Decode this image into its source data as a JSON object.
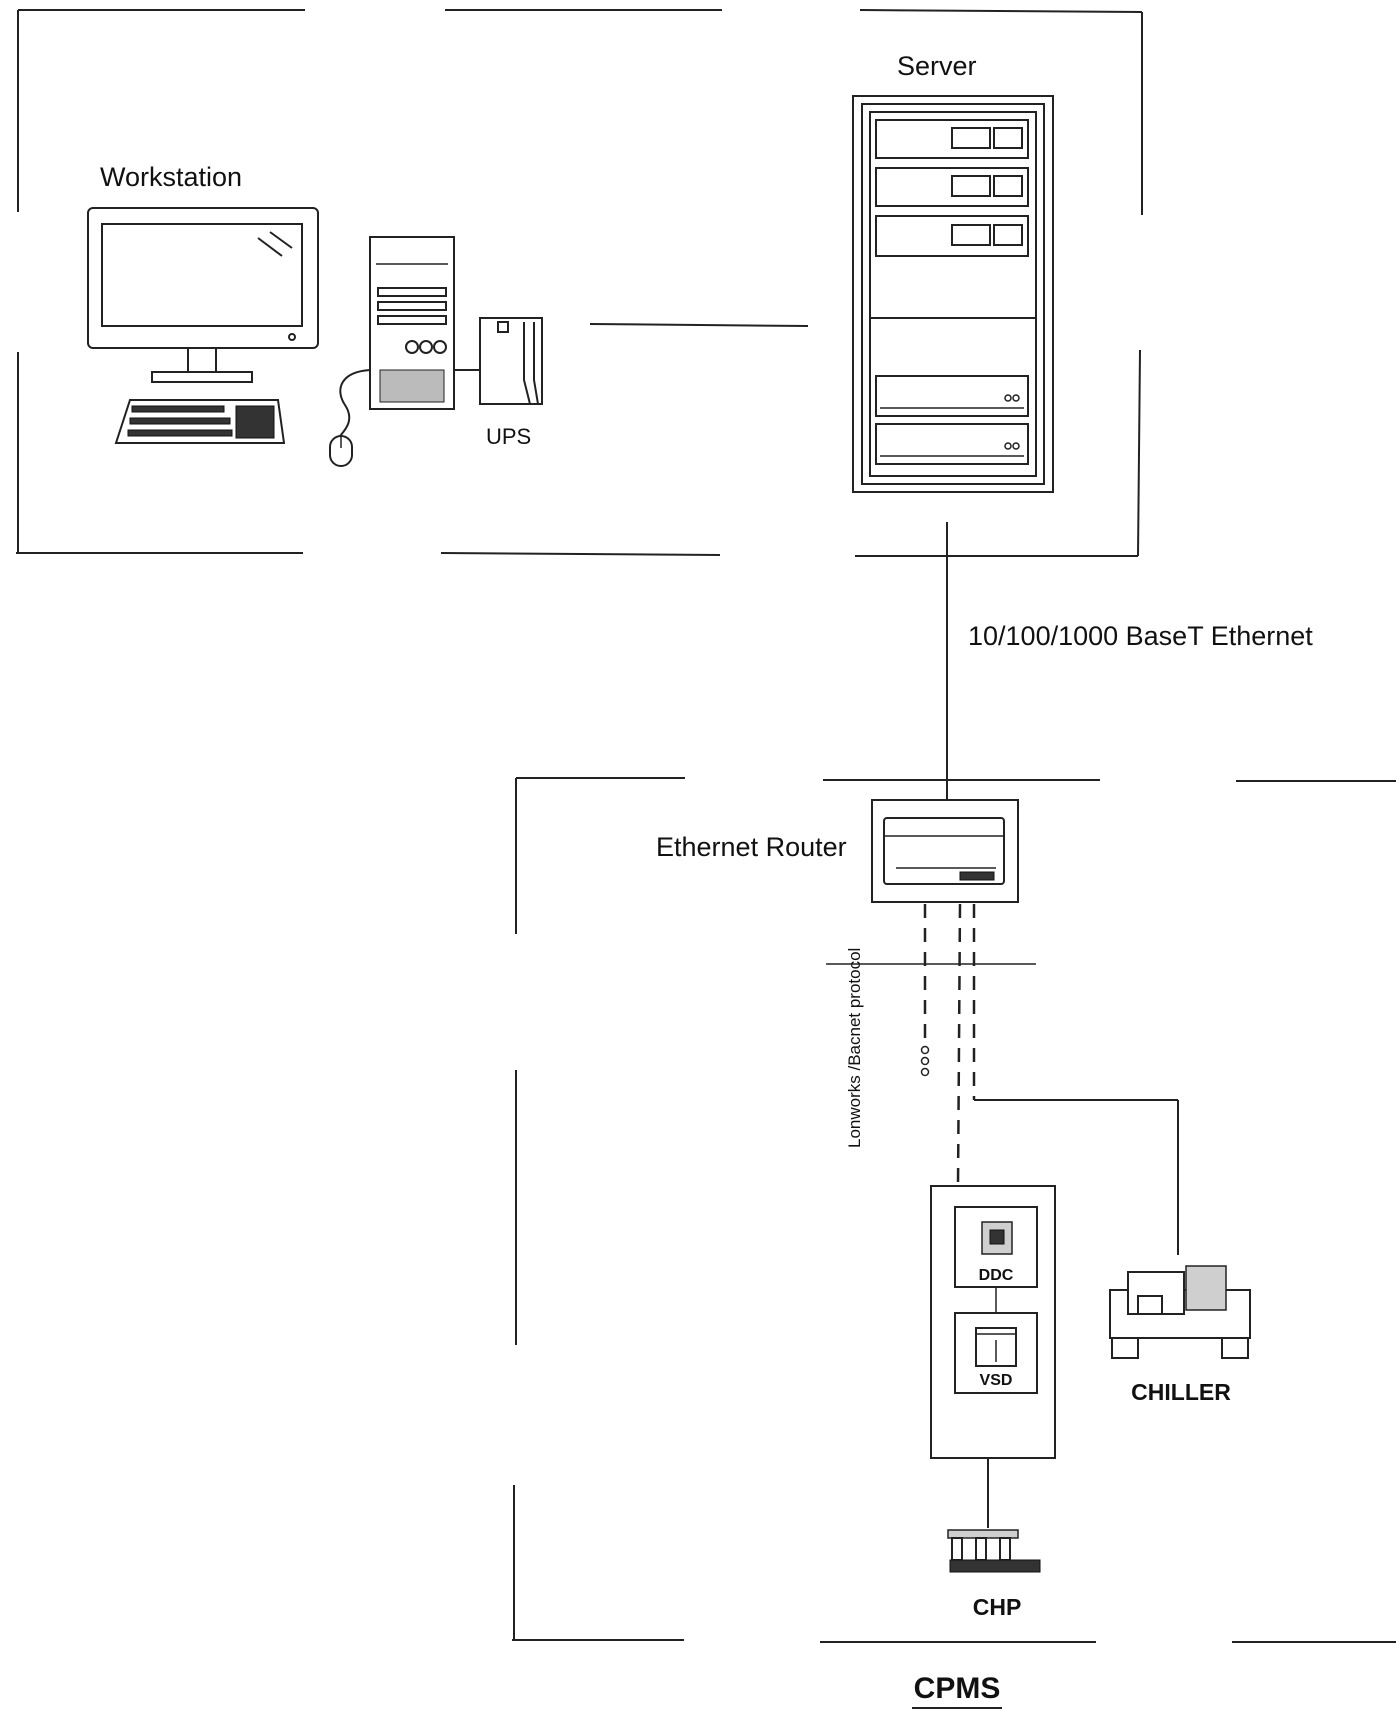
{
  "labels": {
    "workstation": "Workstation",
    "server": "Server",
    "ups": "UPS",
    "ethernet": "10/100/1000 BaseT Ethernet",
    "router": "Ethernet Router",
    "protocol": "Lonworks /Bacnet protocol",
    "ddc": "DDC",
    "vsd": "VSD",
    "chiller": "CHILLER",
    "chp": "CHP",
    "cpms": "CPMS"
  }
}
